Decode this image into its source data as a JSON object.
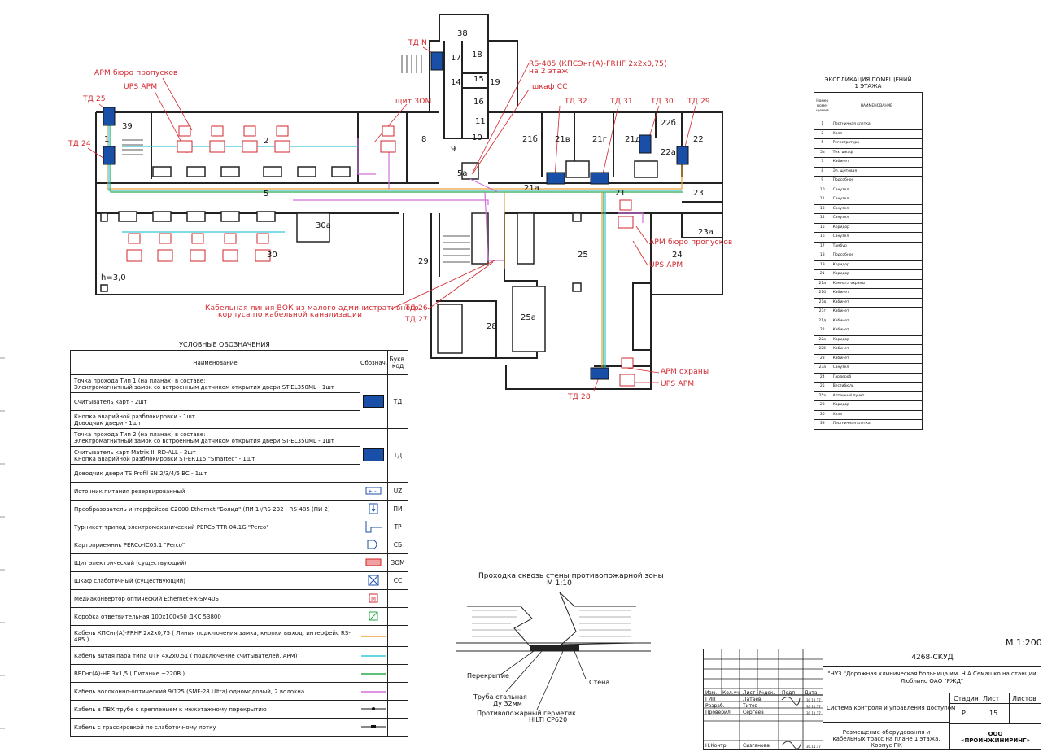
{
  "scale": "М 1:200",
  "plan": {
    "rooms": [
      "38",
      "17",
      "18",
      "15",
      "14",
      "19",
      "16",
      "10",
      "11",
      "9",
      "8",
      "39",
      "1",
      "2",
      "5",
      "5а",
      "21б",
      "21в",
      "21г",
      "21д",
      "22б",
      "22",
      "22а",
      "21а",
      "21",
      "23",
      "23а",
      "24",
      "25",
      "25а",
      "28",
      "29",
      "30",
      "30а",
      "h=3,0"
    ],
    "labels": {
      "td_n": "ТД N",
      "rs485": "RS-485 (КПСЭнг(А)-FRHF 2х2х0,75)",
      "rs485_2": "на 2 этаж",
      "arm_pass_left": "АРМ бюро пропусков",
      "ups_arm_left": "UPS АРМ",
      "shkaf_ss": "шкаф СС",
      "shit_zom": "щит ЗОМ",
      "td25": "ТД 25",
      "td24": "ТД 24",
      "td32": "ТД 32",
      "td31": "ТД 31",
      "td30": "ТД 30",
      "td29": "ТД 29",
      "arm_pass_right": "АРМ бюро пропусков",
      "ups_arm_right": "UPS АРМ",
      "vok_line1": "Кабельная линия ВОК из малого административного",
      "vok_line2": "корпуса по кабельной канализации",
      "td26": "ТД 26",
      "td27": "ТД 27",
      "td28": "ТД 28",
      "arm_guard": "АРМ охраны",
      "ups_arm_guard": "UPS АРМ"
    }
  },
  "legend": {
    "title": "УСЛОВНЫЕ ОБОЗНАЧЕНИЯ",
    "headers": [
      "Наименование",
      "Обознач.",
      "Букв. код"
    ],
    "rows": [
      {
        "lines": [
          "Точка прохода Тип 1 (на планах) в составе:",
          "Электромагнитный замок со встроенным датчиком открытия двери ST-EL350ML - 1шт",
          "Считыватель карт - 2шт",
          "Кнопка аварийной разблокировки - 1шт",
          "Доводчик двери - 1шт"
        ],
        "code": "ТД"
      },
      {
        "lines": [
          "Точка прохода Тип 2 (на планах) в составе:",
          "Электромагнитный замок со встроенным датчиком открытия двери ST-EL350ML - 1шт",
          "Считыватель карт Matrix III RD-ALL - 2шт",
          "Кнопка аварийной разблокировки ST-ER115 \"Smartec\" - 1шт",
          "Доводчик двери TS Profil EN 2/3/4/5 BC - 1шт"
        ],
        "code": "ТД"
      },
      {
        "lines": [
          "Источник питания резервированный"
        ],
        "code": "UZ"
      },
      {
        "lines": [
          "Преобразователь интерфейсов С2000-Ethernet \"Болид\" (ПИ 1)/RS-232 - RS-485 (ПИ 2)"
        ],
        "code": "ПИ"
      },
      {
        "lines": [
          "Турникет-трипод электромеханический PERCo-TTR-04.1G \"Perco\""
        ],
        "code": "ТР"
      },
      {
        "lines": [
          "Картоприемник PERCo-IC03.1 \"Perco\""
        ],
        "code": "СБ"
      },
      {
        "lines": [
          "Щит электрический (существующий)"
        ],
        "code": "ЗОМ"
      },
      {
        "lines": [
          "Шкаф слаботочный (существующий)"
        ],
        "code": "СС"
      },
      {
        "lines": [
          "Медиаконвертор оптический Ethernet-FX-SM40S"
        ],
        "code": ""
      },
      {
        "lines": [
          "Коробка ответвительная 100х100х50 ДКС 53800"
        ],
        "code": ""
      },
      {
        "lines": [
          "Кабель КПСнг(А)-FRHF 2х2х0,75 ( Линия подключения замка, кнопки выход, интерфейс RS-485 )"
        ],
        "code": ""
      },
      {
        "lines": [
          "Кабель витая пара типа UTP 4х2х0.51 ( подключение считывателей, АРМ)"
        ],
        "code": ""
      },
      {
        "lines": [
          "ВВГнг(А)-HF 3х1,5 ( Питание ~220В )"
        ],
        "code": ""
      },
      {
        "lines": [
          "Кабель волоконно-оптический 9/125 (SMF-28 Ultra) одномодовый, 2 волокна"
        ],
        "code": ""
      },
      {
        "lines": [
          "Кабель в ПВХ трубе с креплением к межэтажному перекрытию"
        ],
        "code": ""
      },
      {
        "lines": [
          "Кабель с трассировкой по слаботочному лотку"
        ],
        "code": ""
      }
    ],
    "line_colors": {
      "kps": "#e8a03c",
      "utp": "#34c8d8",
      "vvg": "#2aa84a",
      "fiber": "#d070d8"
    }
  },
  "explication": {
    "title_1": "ЭКСПЛИКАЦИЯ ПОМЕЩЕНИЙ",
    "title_2": "1 ЭТАЖА",
    "head_n": "Номер поме- щения",
    "head_name": "НАИМЕНОВАНИЕ",
    "rows": [
      [
        "1",
        "Лестничная клетка"
      ],
      [
        "2",
        "Холл"
      ],
      [
        "5",
        "Регистратура"
      ],
      [
        "5а",
        "Тех. шкаф"
      ],
      [
        "7",
        "Кабинет"
      ],
      [
        "8",
        "Эл. щитовая"
      ],
      [
        "9",
        "Подсобное"
      ],
      [
        "10",
        "Санузел"
      ],
      [
        "11",
        "Санузел"
      ],
      [
        "13",
        "Санузел"
      ],
      [
        "14",
        "Санузел"
      ],
      [
        "15",
        "Коридор"
      ],
      [
        "16",
        "Санузел"
      ],
      [
        "17",
        "Тамбур"
      ],
      [
        "18",
        "Подсобное"
      ],
      [
        "19",
        "Коридор"
      ],
      [
        "21",
        "Коридор"
      ],
      [
        "21а",
        "Комната охраны"
      ],
      [
        "21б",
        "Кабинет"
      ],
      [
        "21в",
        "Кабинет"
      ],
      [
        "21г",
        "Кабинет"
      ],
      [
        "21д",
        "Кабинет"
      ],
      [
        "22",
        "Кабинет"
      ],
      [
        "22а",
        "Коридор"
      ],
      [
        "22б",
        "Кабинет"
      ],
      [
        "23",
        "Кабинет"
      ],
      [
        "23а",
        "Санузел"
      ],
      [
        "24",
        "Гардероб"
      ],
      [
        "25",
        "Вестибюль"
      ],
      [
        "25а",
        "Аптечный пункт"
      ],
      [
        "28",
        "Коридор"
      ],
      [
        "30",
        "Холл"
      ],
      [
        "39",
        "Лестничная клетка"
      ]
    ]
  },
  "detail": {
    "title": "Проходка сквозь стены противопожарной зоны",
    "scale": "М 1:10",
    "perekrytie": "Перекрытие",
    "stena": "Стена",
    "truba": "Труба стальная",
    "du": "Ду 32мм",
    "germetik": "Противопожарный герметик",
    "hilti": "HILTI CP620"
  },
  "stamp": {
    "code": "4268-СКУД",
    "project": "\"НУЗ \"Дорожная клиническая больница им. Н.А.Семашко на станции Люблино ОАО \"РЖД\"",
    "cols": [
      "Изм.",
      "Кол.уч",
      "Лист",
      "№док.",
      "Подп.",
      "Дата"
    ],
    "people": [
      [
        "ГИП",
        "Латаев",
        "30.11.17"
      ],
      [
        "Разраб.",
        "Титов",
        "30.11.17"
      ],
      [
        "Проверил",
        "Сергеев",
        "30.11.17"
      ],
      [
        "Н.Контр",
        "Сизганова",
        "30.11.17"
      ]
    ],
    "system": "Система контроля и управления доступом",
    "stage_h": "Стадия",
    "sheet_h": "Лист",
    "sheets_h": "Листов",
    "stage": "Р",
    "sheet": "15",
    "sheet_title": "Размещение оборудования и кабельных трасс на плане 1 этажа. Корпус ПК",
    "company": "ООО «ПРОИНЖИНИРИНГ»"
  }
}
